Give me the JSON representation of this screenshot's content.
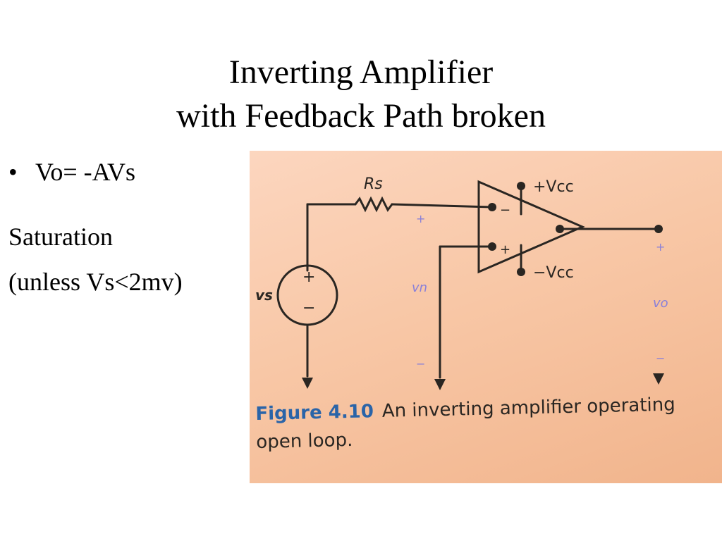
{
  "slide": {
    "title_line1": "Inverting Amplifier",
    "title_line2": "with Feedback Path broken",
    "bullet_marker": "•",
    "bullet_text": "Vo= -AVs",
    "para1": "Saturation",
    "para2": "(unless Vs<2mv)"
  },
  "figure": {
    "label_rs": "Rs",
    "label_vcc_plus": "+Vcc",
    "label_vcc_minus": "−Vcc",
    "label_vs": "vs",
    "label_vn": "vn",
    "label_vo": "vo",
    "sign_plus": "+",
    "sign_minus": "−",
    "caption_label": "Figure 4.10",
    "caption_text": "An inverting amplifier operating open loop.",
    "colors": {
      "ink": "#2a2622",
      "figure_blue": "#2a64a8",
      "label_purple": "#8a80d8",
      "paper": "#f8c7a6"
    }
  }
}
